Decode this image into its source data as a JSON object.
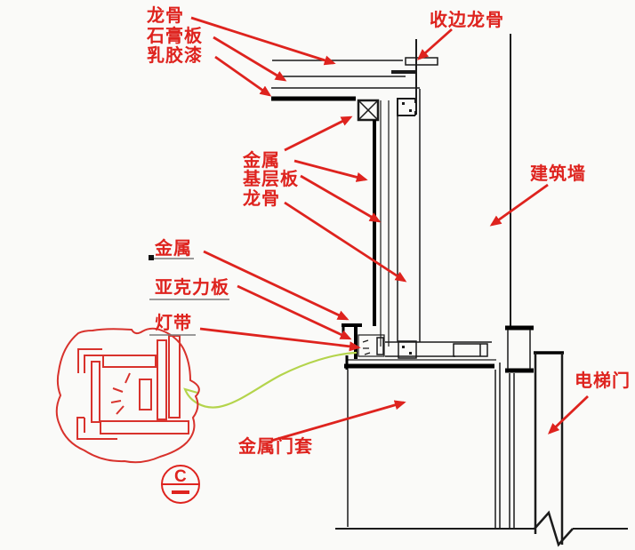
{
  "drawing": {
    "type": "architectural-detail-section",
    "labels": {
      "keel_top": "龙骨",
      "gypsum_board": "石膏板",
      "latex_paint": "乳胶漆",
      "edge_keel": "收边龙骨",
      "metal_wall": "金属",
      "base_board": "基层板",
      "keel_side": "龙骨",
      "building_wall": "建筑墙",
      "metal_trough": "金属",
      "acrylic_panel": "亚克力板",
      "light_strip": "灯带",
      "metal_door_frame": "金属门套",
      "elevator_door": "电梯门",
      "callout_letter": "C"
    },
    "colors": {
      "annotation_red": "#de231e",
      "line_black": "#1b1b1b",
      "leader_green": "#b4d44c",
      "underline_gray": "#7a7a7a"
    }
  }
}
